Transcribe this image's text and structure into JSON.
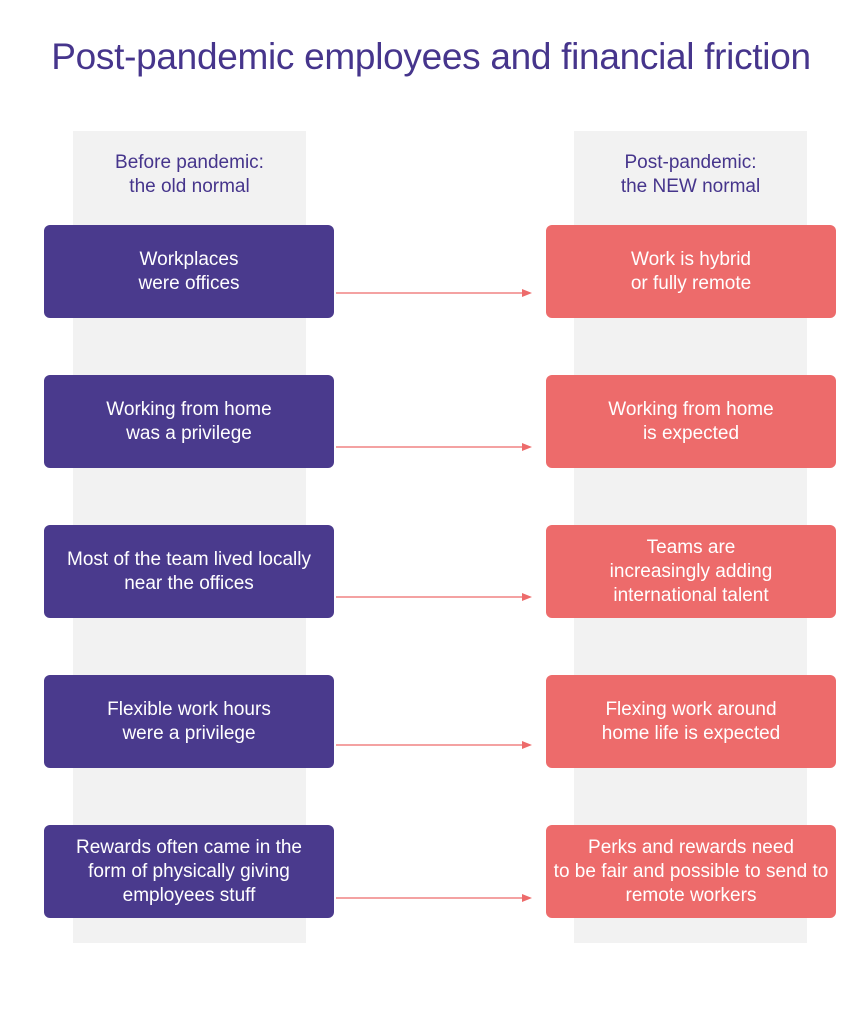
{
  "title": "Post-pandemic employees and financial friction",
  "columns": {
    "before_heading": "Before pandemic:\nthe old normal",
    "after_heading": "Post-pandemic:\nthe NEW normal"
  },
  "rows": [
    {
      "before": "Workplaces\nwere offices",
      "after": "Work is hybrid\nor fully remote"
    },
    {
      "before": "Working from home\nwas a privilege",
      "after": "Working from home\nis expected"
    },
    {
      "before": "Most of the team lived locally\nnear the offices",
      "after": "Teams are\nincreasingly adding\ninternational talent"
    },
    {
      "before": "Flexible work hours\nwere a privilege",
      "after": "Flexing work around\nhome life is expected"
    },
    {
      "before": "Rewards often came in the\nform of physically giving\nemployees stuff",
      "after": "Perks and rewards need\nto be fair and possible to send to\nremote workers"
    }
  ],
  "colors": {
    "title": "#46358c",
    "before_box": "#4a3a8d",
    "after_box": "#ed6b6b",
    "arrow": "#ed6b6b",
    "column_bg": "#f2f2f2"
  }
}
